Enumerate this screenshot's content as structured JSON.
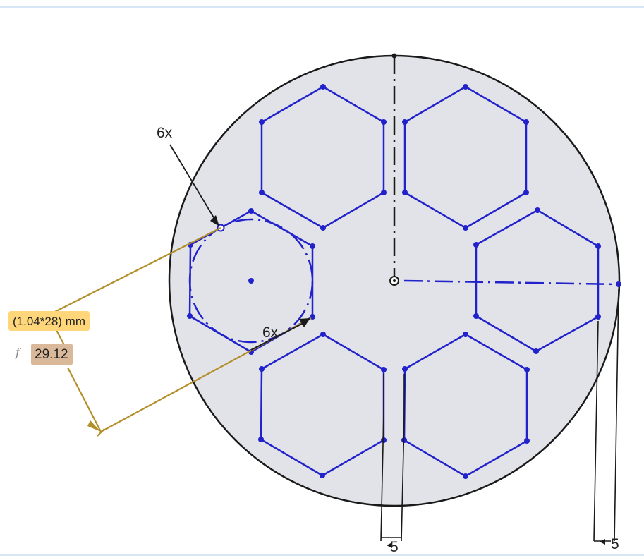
{
  "sketch": {
    "pattern_count_top": "6x",
    "pattern_count_mid": "6x",
    "dimension_expression": "(1.04*28) mm",
    "function_symbol": "f",
    "dimension_value": "29.12",
    "offset_dim_bottom": "5",
    "offset_dim_right": "5"
  },
  "colors": {
    "circle_fill": "#e1e3e8",
    "circle_stroke": "#1a1a1a",
    "hexagon": "#2222cc",
    "dimension_line": "#b38f2a",
    "expression_bg": "#ffd77a",
    "value_bg": "#d9b99a"
  }
}
